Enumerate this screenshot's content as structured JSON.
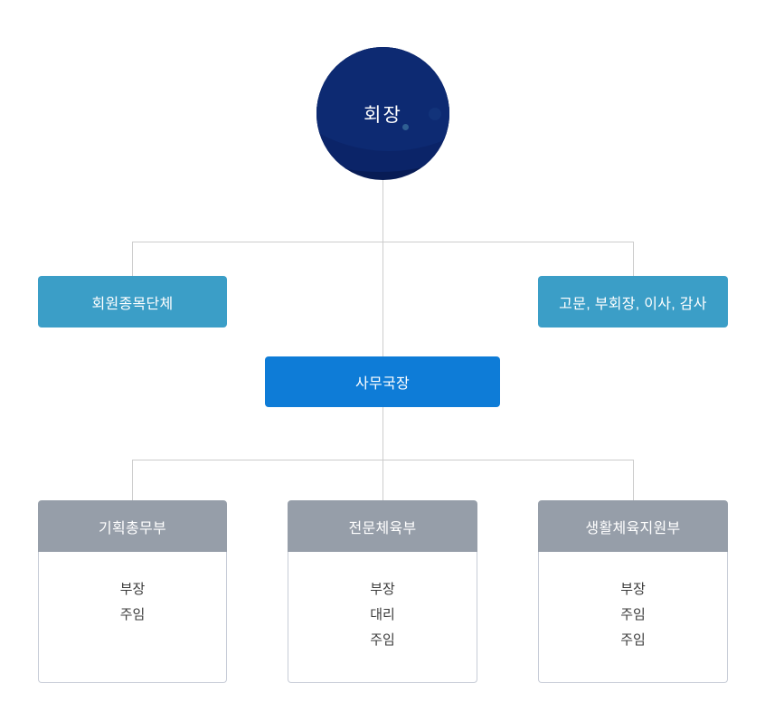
{
  "org_chart": {
    "chairman": "회장",
    "member_org": "회원종목단체",
    "advisors": "고문, 부회장, 이사, 감사",
    "secretary_general": "사무국장",
    "departments": [
      {
        "name": "기획총무부",
        "members": [
          "부장",
          "주임"
        ]
      },
      {
        "name": "전문체육부",
        "members": [
          "부장",
          "대리",
          "주임"
        ]
      },
      {
        "name": "생활체육지원부",
        "members": [
          "부장",
          "주임",
          "주임"
        ]
      }
    ]
  },
  "colors": {
    "chairman_circle": "#0b2468",
    "chairman_circle_light": "#0d2a72",
    "chairman_circle_dark": "#081c55",
    "side_box": "#3b9ec7",
    "secretary_box": "#0e7cd7",
    "dept_header": "#969ea9",
    "connector": "#cccccc"
  }
}
